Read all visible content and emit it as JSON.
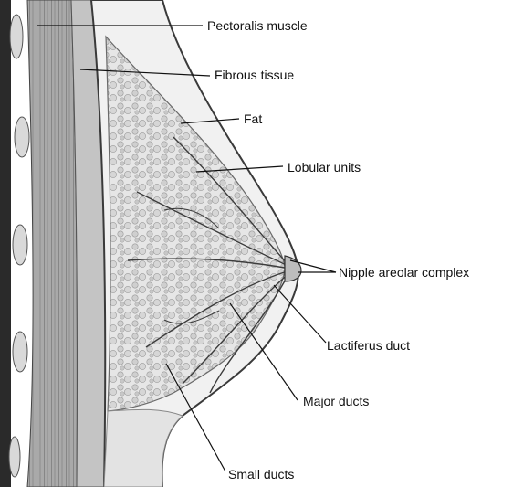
{
  "labels": {
    "pectoralis_muscle": "Pectoralis muscle",
    "fibrous_tissue": "Fibrous tissue",
    "fat": "Fat",
    "lobular_units": "Lobular units",
    "nipple_areolar_complex": "Nipple areolar complex",
    "lactiferus_duct": "Lactiferus duct",
    "major_ducts": "Major ducts",
    "small_ducts": "Small ducts"
  }
}
